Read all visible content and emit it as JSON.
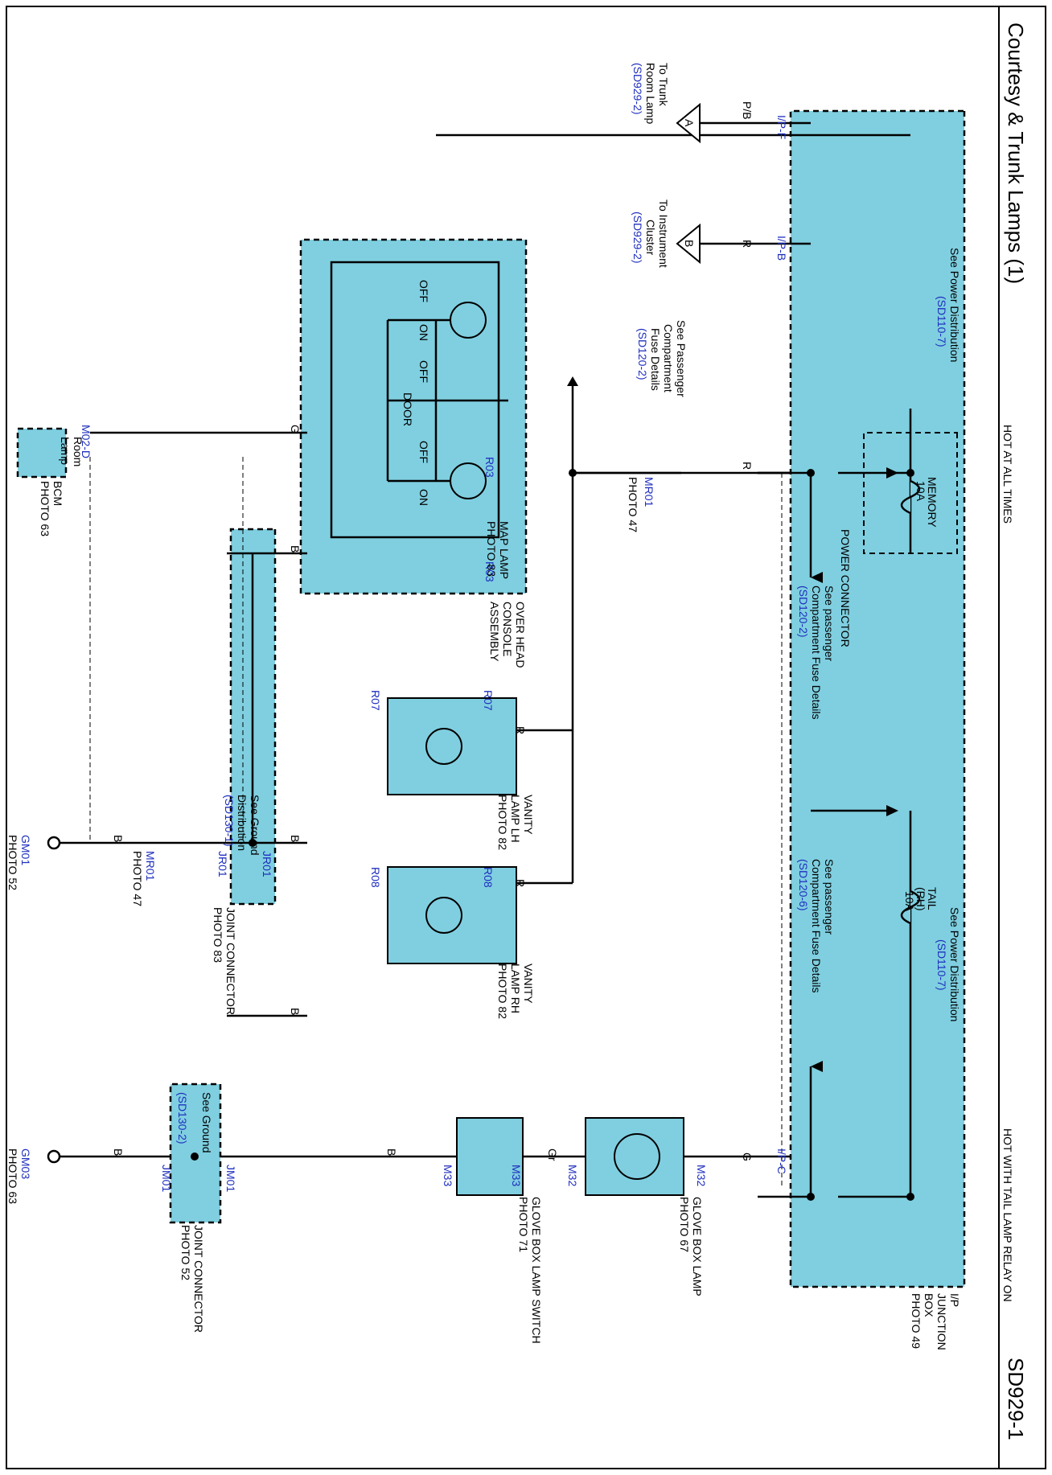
{
  "title": "Courtesy & Trunk Lamps (1)",
  "page_code": "SD929-1",
  "labels": {
    "hot_at_all_times": "HOT AT ALL TIMES",
    "hot_with_tail": "HOT WITH TAIL LAMP RELAY ON",
    "power_connector": "POWER CONNECTOR",
    "memory_fuse": "MEMORY",
    "memory_fuse_rating": "10A",
    "tail_fuse": "TAIL",
    "tail_fuse_sub": "(RH)",
    "tail_fuse_rating": "10A",
    "see_power_distribution": "See Power Distribution",
    "power_ref": "(SD110-7)",
    "see_pass_fuse": "See passenger",
    "compartment_fuse_details": "Compartment Fuse Details",
    "pass_fuse_ref_1": "(SD120-2)",
    "pass_fuse_ref_2": "(SD120-6)",
    "to_trunk": "To Trunk",
    "room_lamp": "Room Lamp",
    "trunk_ref": "(SD929-2)",
    "to_instrument": "To Instrument",
    "cluster": "Cluster",
    "see_passenger": "See Passenger",
    "compartment": "Compartment",
    "fuse_details": "Fuse Details",
    "map_lamp": "MAP LAMP",
    "over_head": "OVER HEAD",
    "console": "CONSOLE",
    "assembly": "ASSEMBLY",
    "vanity": "VANITY",
    "lamp_lh": "LAMP LH",
    "lamp_rh": "LAMP RH",
    "see_ground": "See Ground",
    "distribution": "Distribution",
    "ground_ref_1": "(SD130-1)",
    "ground_ref_2": "(SD130-2)",
    "joint_connector": "JOINT CONNECTOR",
    "glove_box_lamp": "GLOVE BOX LAMP",
    "glove_box_switch": "GLOVE BOX LAMP SWITCH",
    "room": "Room",
    "lamp": "Lamp",
    "bcm": "BCM",
    "ip": "I/P",
    "junction": "JUNCTION",
    "box": "BOX"
  },
  "connectors": {
    "ip_f": "I/P-F",
    "ip_b": "I/P-B",
    "ip_c": "I/P-C",
    "a": "A",
    "b": "B",
    "mr01": "MR01",
    "r03": "R03",
    "r07": "R07",
    "r08": "R08",
    "jr01": "JR01",
    "m32": "M32",
    "m33": "M33",
    "jm01": "JM01",
    "m02d": "M02-D"
  },
  "wires": {
    "pb": "P/B",
    "r": "R",
    "g": "G",
    "b": "B",
    "gr": "Gr"
  },
  "switch": {
    "off": "OFF",
    "on": "ON",
    "door": "DOOR"
  },
  "grounds": {
    "gm01": "GM01",
    "gm03": "GM03"
  },
  "photos": {
    "p47": "PHOTO 47",
    "p49": "PHOTO 49",
    "p52": "PHOTO 52",
    "p63": "PHOTO 63",
    "p67": "PHOTO 67",
    "p71": "PHOTO 71",
    "p82": "PHOTO 82",
    "p83": "PHOTO 83"
  },
  "colors": {
    "component_fill": "#7fcfe0",
    "reference_text": "#1f2fbf",
    "wire": "#000000"
  }
}
